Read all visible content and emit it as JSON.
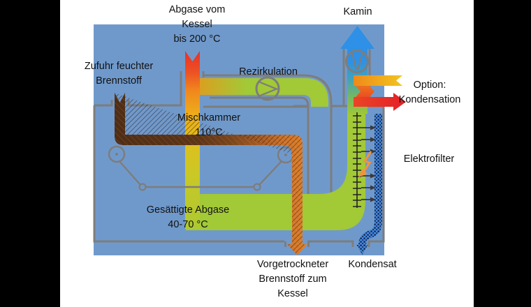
{
  "labels": {
    "flue_gas": [
      "Abgase vom",
      "Kessel",
      "bis 200 °C"
    ],
    "chimney": "Kamin",
    "fuel_in": [
      "Zufuhr feuchter",
      "Brennstoff"
    ],
    "recirculation": "Rezirkulation",
    "condensation_option": [
      "Option:",
      "Kondensation"
    ],
    "mixing_chamber": [
      "Mischkammer",
      "110°C"
    ],
    "electrofilter": "Elektrofilter",
    "saturated_gas": [
      "Gesättigte Abgase",
      "40-70 °C"
    ],
    "fuel_out": [
      "Vorgetrockneter",
      "Brennstoff zum",
      "Kessel"
    ],
    "condensate": "Kondensat"
  },
  "colors": {
    "background_blue": "#7099cb",
    "flue_gas_hot_red": "#e93029",
    "flue_gas_warm_orange": "#f0861d",
    "saturated_gas_green": "#a2c936",
    "chimney_blue": "#2e90e6",
    "wet_fuel_brown": "#4f2d15",
    "dry_fuel_orange": "#d97e2b",
    "condensate_blue": "#4484da",
    "outline_grey": "#7d7d7d",
    "letterbox_black": "#000000"
  }
}
